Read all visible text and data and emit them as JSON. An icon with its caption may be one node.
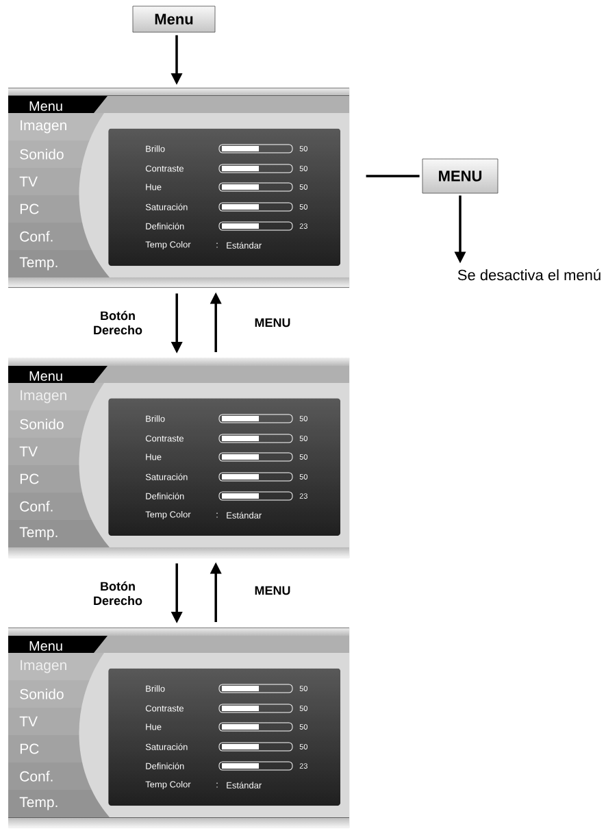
{
  "diagram": {
    "nodes": [
      {
        "text": [
          "Menu"
        ]
      },
      {
        "text": [
          "Menu",
          "Imagen",
          "Sonido",
          "TV",
          "PC",
          "Conf.",
          "Temp."
        ]
      },
      {
        "text": [
          "Brillo",
          "50",
          "Contraste",
          "50",
          "Hue",
          "50",
          "Saturación",
          "50",
          "Definición",
          "23",
          "Temp Color",
          ":",
          "Estándar"
        ],
        "in": 1
      },
      {
        "text": [
          "MENU"
        ]
      },
      {
        "text": [
          "Se desactiva el menú"
        ]
      },
      {
        "text": [
          "Menu",
          "Imagen",
          "Sonido",
          "TV",
          "PC",
          "Conf.",
          "Temp."
        ]
      },
      {
        "text": [
          "Brillo",
          "50",
          "Contraste",
          "50",
          "Hue",
          "50",
          "Saturación",
          "50",
          "Definición",
          "23",
          "Temp Color",
          ":",
          "Estándar"
        ],
        "in": 5
      },
      {
        "text": [
          "Menu",
          "Imagen",
          "Sonido",
          "TV",
          "PC",
          "Conf.",
          "Temp."
        ]
      },
      {
        "text": [
          "Brillo",
          "50",
          "Contraste",
          "50",
          "Hue",
          "50",
          "Saturación",
          "50",
          "Definición",
          "23",
          "Temp Color",
          ":",
          "Estándar"
        ],
        "in": 7
      }
    ],
    "edges": [
      {
        "from": 0,
        "to": 1,
        "arrow": "to"
      },
      {
        "from": null,
        "to": 3,
        "arrow": "none"
      },
      {
        "from": 3,
        "to": 4,
        "arrow": "to"
      },
      {
        "from": 1,
        "to": 5,
        "arrow": "to",
        "label": "Botón Derecho"
      },
      {
        "from": 5,
        "to": 1,
        "arrow": "to",
        "label": "MENU"
      },
      {
        "from": 5,
        "to": 7,
        "arrow": "to",
        "label": "Botón Derecho"
      },
      {
        "from": 7,
        "to": 5,
        "arrow": "to",
        "label": "MENU"
      }
    ]
  }
}
